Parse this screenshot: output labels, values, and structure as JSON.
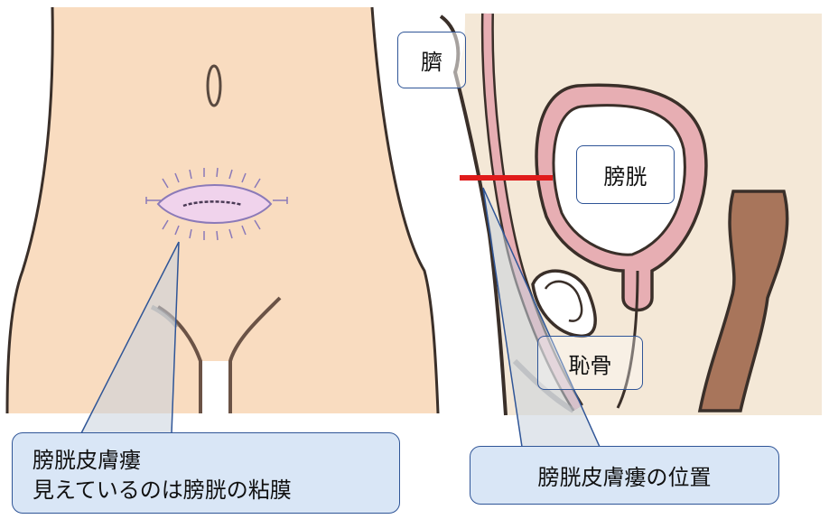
{
  "labels": {
    "navel": "臍",
    "bladder": "膀胱",
    "pubic_bone": "恥骨"
  },
  "callouts": {
    "fistula_title": "膀胱皮膚瘻",
    "fistula_note": "見えているのは膀胱の粘膜",
    "fistula_position": "膀胱皮膚瘻の位置"
  },
  "colors": {
    "skin": "#f9dcc0",
    "outline": "#3a2f29",
    "bladder_wall": "#e7aeb3",
    "stoma": "#f0d3ec",
    "stoma_stitch": "#8b7ab8",
    "rectum": "#a8755b",
    "marker_line": "#e01b1b",
    "callout_fill": "#d6e4f5",
    "callout_border": "#2f5597"
  }
}
